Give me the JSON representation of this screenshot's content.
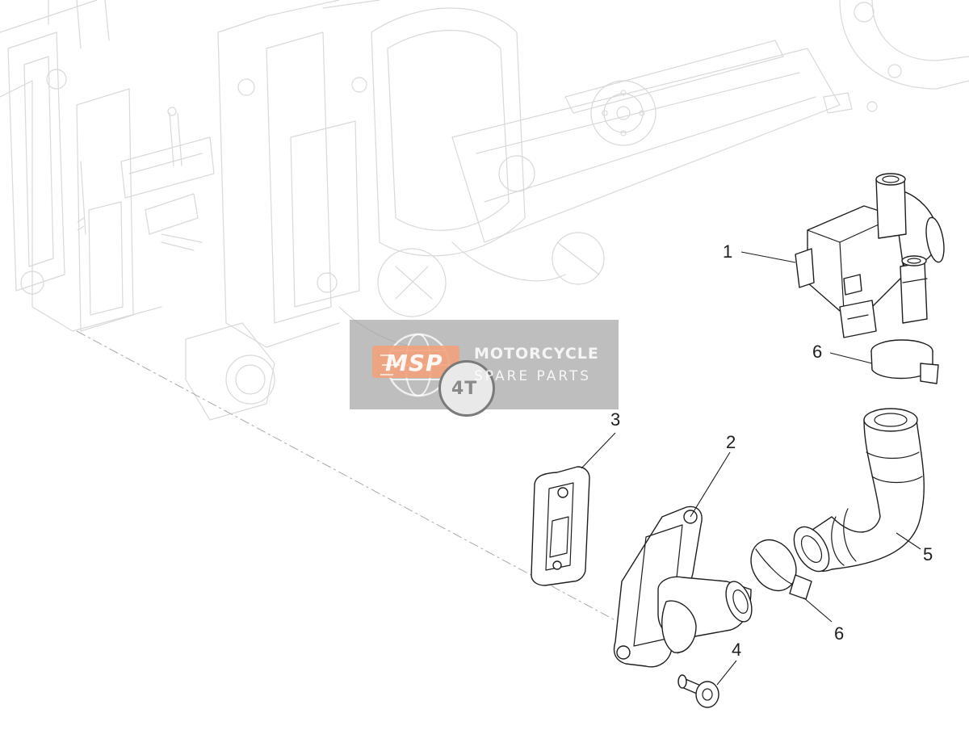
{
  "diagram": {
    "callouts": [
      {
        "id": "c1",
        "label": "1"
      },
      {
        "id": "c2",
        "label": "2"
      },
      {
        "id": "c3",
        "label": "3"
      },
      {
        "id": "c4",
        "label": "4"
      },
      {
        "id": "c5",
        "label": "5"
      },
      {
        "id": "c6a",
        "label": "6"
      },
      {
        "id": "c6b",
        "label": "6"
      }
    ]
  },
  "watermark": {
    "logo_text": "MSP",
    "line1": "MOTORCYCLE",
    "line2": "SPARE PARTS",
    "badge_text": "4T"
  },
  "colors": {
    "line": "#1e1e1e",
    "ghost": "#d9d9d9",
    "watermark_bg": "#969696",
    "logo": "#f2a07a"
  }
}
